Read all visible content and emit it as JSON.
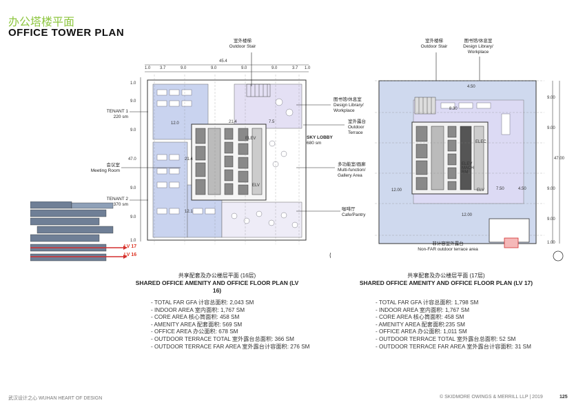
{
  "header": {
    "title_cn": "办公塔楼平面",
    "title_en": "OFFICE TOWER PLAN"
  },
  "plan_left": {
    "top_total_dim": "45.4",
    "top_dims": [
      "1.0",
      "3.7",
      "9.0",
      "9.0",
      "9.0",
      "9.0",
      "3.7",
      "1.0"
    ],
    "left_dims": [
      "1.0",
      "9.0",
      "9.0",
      "47.0",
      "9.0",
      "9.0",
      "1.0"
    ],
    "inner_dims": [
      "12.0",
      "21.4",
      "7.5",
      "21.4",
      "12.1"
    ],
    "callouts": {
      "outdoor_stair": {
        "cn": "室外楼梯",
        "en": "Outdoor Stair"
      },
      "design_library": {
        "cn": "图书馆/休息室",
        "en": "Design Library/ Workplace"
      },
      "outdoor_terrace": {
        "cn": "室外露台",
        "en": "Outdoor Terrace"
      },
      "sky_lobby": {
        "en": "SKY LOBBY",
        "area": "680 sm"
      },
      "multi_function": {
        "cn": "多功能室/画廊",
        "en": "Multi-function/ Gallery Area"
      },
      "cafe": {
        "cn": "咖啡厅",
        "en": "Cafe/Pantry"
      },
      "tenant1": {
        "en": "TENANT 1",
        "area": "220 sm"
      },
      "meeting_room": {
        "cn": "会议室",
        "en": "Meeting Room"
      },
      "tenant2": {
        "en": "TENANT 2",
        "area": "370 sm"
      }
    },
    "core_labels": [
      "ELEV",
      "ELV"
    ],
    "caption_cn": "共享配套及办公楼层平面 (16层)",
    "caption_en": "SHARED OFFICE AMENITY AND OFFICE FLOOR PLAN (LV 16)",
    "stats": [
      "- TOTAL FAR GFA 计容总面积: 2,043 SM",
      "- INDOOR AREA 室内面积: 1,767 SM",
      "- CORE AREA 核心筒面积: 458 SM",
      "- AMENITY AREA 配套面积: 569 SM",
      "- OFFICE AREA 办公面积: 678 SM",
      "- OUTDOOR TERRACE TOTAL 室外露台总面积: 366 SM",
      "- OUTDOOR TERRACE FAR AREA 室外露台计容面积: 276 SM"
    ]
  },
  "plan_right": {
    "right_dims": [
      "9.00",
      "9.00",
      "47.00",
      "9.00",
      "9.00",
      "1.00"
    ],
    "inner_dims": [
      "4.50",
      "8.30",
      "12.00",
      "7.50",
      "4.50",
      "12.00"
    ],
    "core_labels": [
      "ELEC",
      "ELEV MACH RM",
      "ELV"
    ],
    "callouts": {
      "outdoor_stair": {
        "cn": "室外楼梯",
        "en": "Outdoor Stair"
      },
      "design_library": {
        "cn": "图书馆/休息室",
        "en": "Design Library/ Workplace"
      },
      "non_far": {
        "cn": "非计容室外露台",
        "en": "Non-FAR outdoor terrace area"
      }
    },
    "caption_cn": "共享配套及办公楼层平面 (17层)",
    "caption_en": "SHARED OFFICE AMENITY AND OFFICE FLOOR PLAN (LV 17)",
    "stats": [
      "- TOTAL FAR GFA 计容总面积: 1,798 SM",
      "- INDOOR AREA 室内面积: 1,767 SM",
      "- CORE AREA 核心筒面积: 458 SM",
      "- AMENITY AREA 配套面积:235 SM",
      "- OFFICE AREA 办公面积: 1,011 SM",
      "- OUTDOOR TERRACE TOTAL 室外露台总面积: 52 SM",
      "- OUTDOOR TERRACE FAR AREA 室外露台计容面积: 31 SM"
    ]
  },
  "section_key": {
    "lv17": "LV 17",
    "lv16": "LV 16"
  },
  "footer": {
    "left": "武汉设计之心 WUHAN HEART OF DESIGN",
    "right": "© SKIDMORE OWINGS & MERRILL LLP  |  2019",
    "page": "125"
  },
  "colors": {
    "accent": "#8dc63f",
    "tenant": "#c9d3ef",
    "amenity": "#d9d4ef",
    "core": "#7a7a7a",
    "warning": "#d32f2f"
  }
}
